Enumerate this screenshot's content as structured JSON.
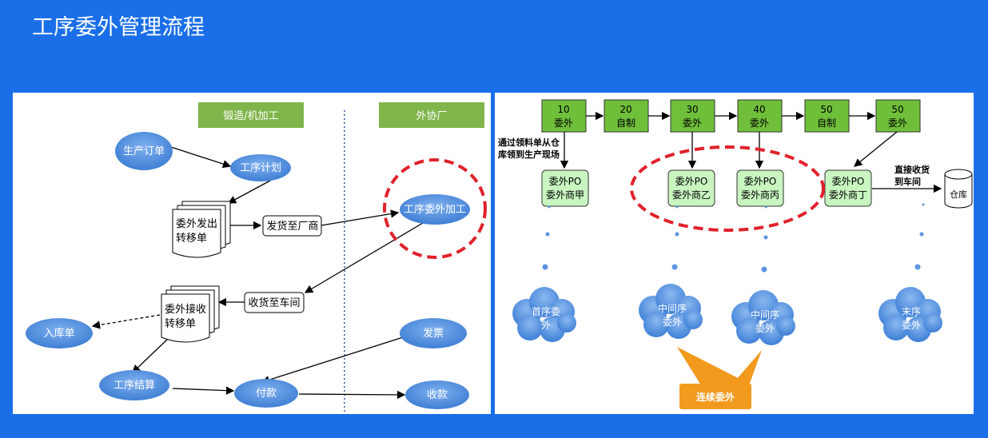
{
  "title": "工序委外管理流程",
  "left": {
    "header1": "锻造/机加工",
    "header2": "外协厂",
    "nodes": {
      "order": "生产订单",
      "plan": "工序计划",
      "outsource": "工序委外加工",
      "ship": "发货至厂商",
      "receive": "收货至车间",
      "stock": "入库单",
      "invoice": "发票",
      "settle": "工序结算",
      "pay": "付款",
      "collect": "收款"
    },
    "doc1": [
      "委外发出",
      "转移单"
    ],
    "doc2": [
      "委外接收",
      "转移单"
    ]
  },
  "right": {
    "steps": [
      {
        "no": "10",
        "type": "委外"
      },
      {
        "no": "20",
        "type": "自制"
      },
      {
        "no": "30",
        "type": "委外"
      },
      {
        "no": "40",
        "type": "委外"
      },
      {
        "no": "50",
        "type": "自制"
      },
      {
        "no": "50",
        "type": "委外"
      }
    ],
    "note1": [
      "通过领料单从仓",
      "库领到生产现场"
    ],
    "po1": [
      "委外PO",
      "委外商甲"
    ],
    "po2": [
      "委外PO",
      "委外商乙"
    ],
    "po3": [
      "委外PO",
      "委外商丙"
    ],
    "po4": [
      "委外PO",
      "委外商丁"
    ],
    "note2": [
      "直接收货",
      "到车间"
    ],
    "warehouse": "仓库",
    "cloud1": [
      "首序委",
      "外"
    ],
    "cloud2": [
      "中间序",
      "委外"
    ],
    "cloud3": [
      "中间序",
      "委外"
    ],
    "cloud4": [
      "末序",
      "委外"
    ],
    "callout": "连续委外"
  }
}
